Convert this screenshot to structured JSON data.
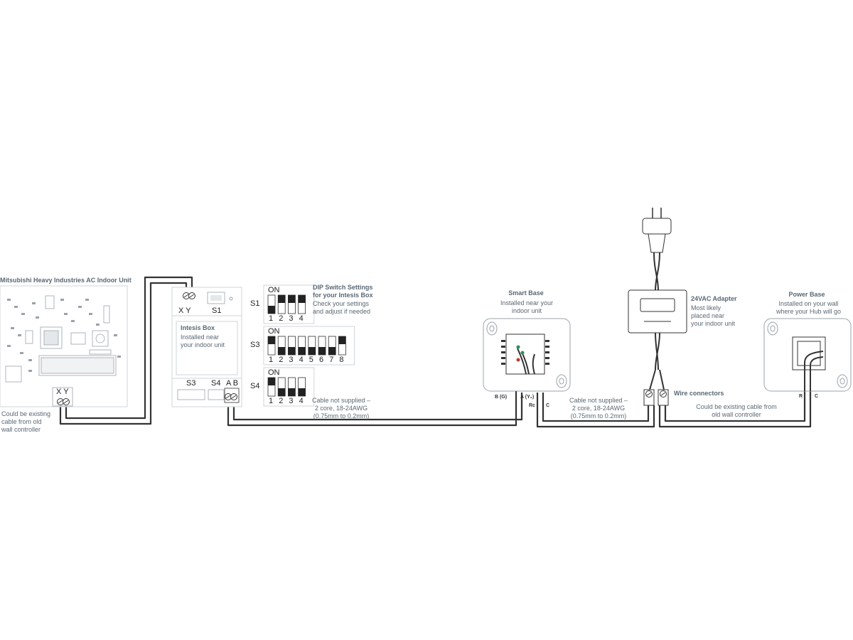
{
  "indoor_unit": {
    "title": "Mitsubishi Heavy Industries AC Indoor Unit",
    "terminal": "X Y",
    "note": [
      "Could be existing",
      "cable from old",
      "wall controller"
    ]
  },
  "intesis": {
    "terminal_xy": "X Y",
    "s1": "S1",
    "title": "Intesis Box",
    "subtitle": [
      "Installed near",
      "your indoor unit"
    ],
    "s3": "S3",
    "s4": "S4",
    "ab": "A B"
  },
  "dip": {
    "title": [
      "DIP Switch Settings",
      "for your Intesis Box"
    ],
    "subtitle": [
      "Check your settings",
      "and adjust if needed"
    ],
    "on_label": "ON",
    "banks": [
      {
        "name": "S1",
        "numbers": [
          "1",
          "2",
          "3",
          "4"
        ],
        "on": [
          false,
          true,
          true,
          true
        ]
      },
      {
        "name": "S3",
        "numbers": [
          "1",
          "2",
          "3",
          "4",
          "5",
          "6",
          "7",
          "8"
        ],
        "on": [
          true,
          false,
          false,
          false,
          false,
          false,
          false,
          true
        ]
      },
      {
        "name": "S4",
        "numbers": [
          "1",
          "2",
          "3",
          "4"
        ],
        "on": [
          true,
          false,
          false,
          false
        ]
      }
    ]
  },
  "cable1": {
    "lines": [
      "Cable not supplied –",
      "2 core, 18-24AWG",
      "(0.75mm to 0.2mm)"
    ]
  },
  "smart_base": {
    "title": "Smart Base",
    "subtitle": [
      "Installed near your",
      "indoor unit"
    ],
    "terminals": {
      "b": "B (G)",
      "a": "A (Y₂)",
      "rc": "Rc",
      "c": "C"
    }
  },
  "cable2": {
    "lines": [
      "Cable not supplied –",
      "2 core, 18-24AWG",
      "(0.75mm to 0.2mm)"
    ]
  },
  "adapter": {
    "title": "24VAC Adapter",
    "subtitle": [
      "Most likely",
      "placed near",
      "your indoor unit"
    ],
    "wire_connectors": "Wire connectors"
  },
  "power_base": {
    "title": "Power Base",
    "subtitle": [
      "Installed on your wall",
      "where your Hub will go"
    ],
    "terminals": {
      "r": "R",
      "c": "C"
    }
  },
  "cable3": {
    "lines": [
      "Could be existing cable from",
      "old wall controller"
    ]
  },
  "colors": {
    "line": "#333333",
    "text": "#5a6874",
    "box": "#cfd4d8",
    "pcb": "#9aa3aa"
  }
}
